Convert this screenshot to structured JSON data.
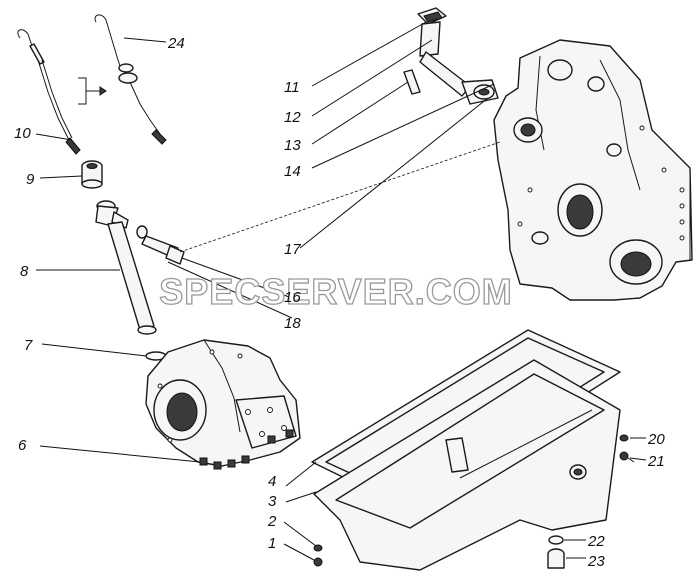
{
  "watermark": "SPECSERVER.COM",
  "callouts": [
    {
      "id": "c1",
      "text": "1"
    },
    {
      "id": "c2",
      "text": "2"
    },
    {
      "id": "c3",
      "text": "3"
    },
    {
      "id": "c4",
      "text": "4"
    },
    {
      "id": "c6",
      "text": "6"
    },
    {
      "id": "c7",
      "text": "7"
    },
    {
      "id": "c8",
      "text": "8"
    },
    {
      "id": "c9",
      "text": "9"
    },
    {
      "id": "c10",
      "text": "10"
    },
    {
      "id": "c11",
      "text": "11"
    },
    {
      "id": "c12",
      "text": "12"
    },
    {
      "id": "c13",
      "text": "13"
    },
    {
      "id": "c14",
      "text": "14"
    },
    {
      "id": "c16",
      "text": "16"
    },
    {
      "id": "c17",
      "text": "17"
    },
    {
      "id": "c18",
      "text": "18"
    },
    {
      "id": "c20",
      "text": "20"
    },
    {
      "id": "c21",
      "text": "21"
    },
    {
      "id": "c22",
      "text": "22"
    },
    {
      "id": "c23",
      "text": "23"
    },
    {
      "id": "c24",
      "text": "24"
    }
  ]
}
